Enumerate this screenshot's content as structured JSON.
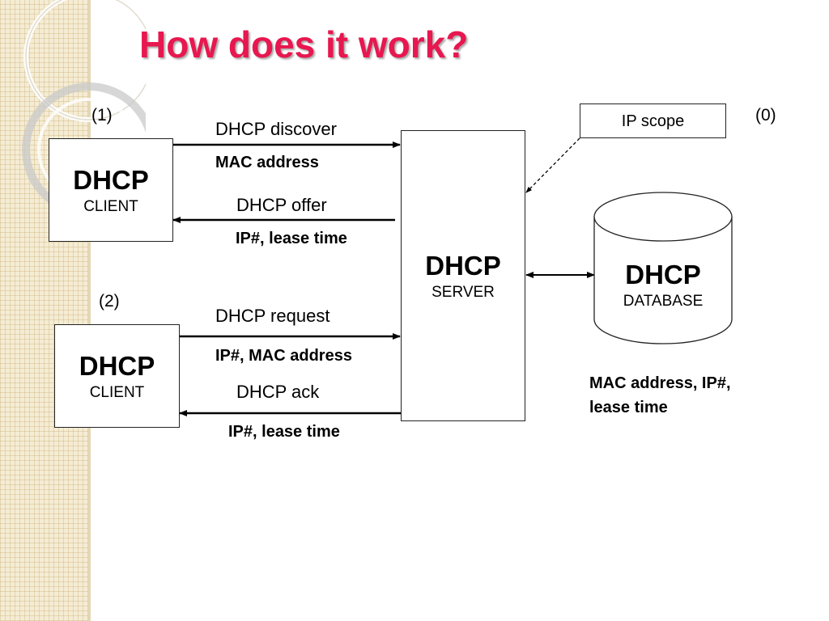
{
  "title": "How does it work?",
  "step_labels": {
    "step1": "(1)",
    "step2": "(2)",
    "step0": "(0)"
  },
  "client1": {
    "title": "DHCP",
    "subtitle": "CLIENT"
  },
  "client2": {
    "title": "DHCP",
    "subtitle": "CLIENT"
  },
  "server": {
    "title": "DHCP",
    "subtitle": "SERVER"
  },
  "database": {
    "title": "DHCP",
    "subtitle": "DATABASE",
    "note_line1": "MAC address, IP#,",
    "note_line2": "lease time"
  },
  "ip_scope": "IP scope",
  "messages": {
    "discover": "DHCP discover",
    "discover_payload": "MAC address",
    "offer": "DHCP offer",
    "offer_payload": "IP#, lease time",
    "request": "DHCP request",
    "request_payload": "IP#, MAC address",
    "ack": "DHCP ack",
    "ack_payload": "IP#, lease time"
  },
  "colors": {
    "title": "#e8174f",
    "side_band": "#f4ecd4"
  }
}
